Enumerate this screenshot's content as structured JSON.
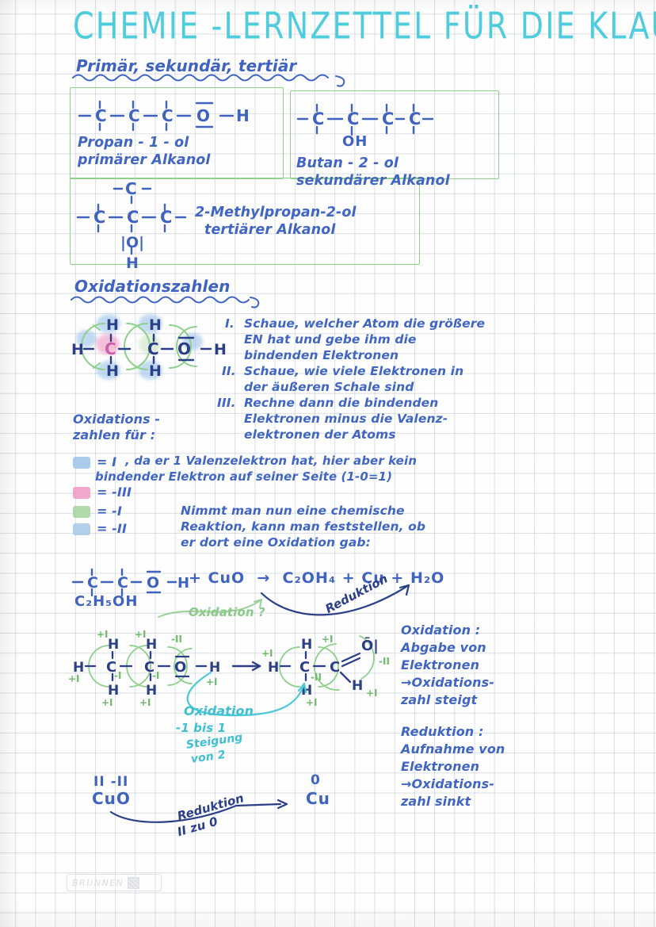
{
  "page": {
    "title": "CHEMIE -LERNZETTEL FÜR DIE KLAUSUR",
    "watermark": "BRUNNEN"
  },
  "colors": {
    "title_cyan": "#46cbdc",
    "ink_blue": "#3f63bf",
    "dark_blue": "#2b3f86",
    "green": "#7cc47f",
    "box_green": "#8ed08c",
    "pink": "#e99ec4",
    "light_blue": "#9cc3ea",
    "paper": "#fefefe"
  },
  "section1": {
    "heading": "Primär, sekundär, tertiär",
    "box1": {
      "formula": "– C – C – C – O – H",
      "name": "Propan - 1 - ol",
      "classification": "primärer Alkanol"
    },
    "box2": {
      "formula": "– C – C – C – C –",
      "substituent": "OH",
      "name": "Butan - 2 - ol",
      "classification": "sekundärer Alkanol"
    },
    "box3": {
      "top_branch": "– C –",
      "formula": "– C – C – C –",
      "oxygen": "O",
      "hydrogen": "H",
      "name": "2-Methylpropan-2-ol",
      "classification": "tertiärer Alkanol"
    }
  },
  "section2": {
    "heading": "Oxidationszahlen",
    "molecule": {
      "label": "ethanol-structure",
      "atoms": [
        "H",
        "C",
        "C",
        "O",
        "H"
      ],
      "top_hydrogens": [
        "H",
        "H"
      ],
      "bottom_hydrogens": [
        "H",
        "H"
      ]
    },
    "rules": [
      {
        "num": "I.",
        "lines": [
          "Schaue, welcher Atom die größere",
          "EN hat und gebe ihm die",
          "bindenden Elektronen"
        ]
      },
      {
        "num": "II.",
        "lines": [
          "Schaue, wie viele Elektronen in",
          "der äußeren Schale sind"
        ]
      },
      {
        "num": "III.",
        "lines": [
          "Rechne dann die bindenden",
          "Elektronen minus die Valenz-",
          "elektronen der Atoms"
        ]
      }
    ],
    "legend_title": [
      "Oxidations -",
      "zahlen für :"
    ],
    "legend": [
      {
        "color": "#9cc3ea",
        "value": "= I",
        "note_lines": [
          ", da er 1 Valenzelektron hat, hier aber kein",
          "bindender Elektron auf seiner Seite (1-0=1)"
        ]
      },
      {
        "color": "#ef9ac4",
        "value": "= -III",
        "note_lines": []
      },
      {
        "color": "#a6d49f",
        "value": "= -I",
        "note_lines": []
      },
      {
        "color": "#a7c8e8",
        "value": "= -II",
        "note_lines": []
      }
    ],
    "side_note": [
      "Nimmt man nun eine chemische",
      "Reaktion, kann man feststellen, ob",
      "er dort eine Oxidation gab:"
    ]
  },
  "section3": {
    "equation": "– C – C – O – H  +  CuO  →  C₂OH₄  +  Cu  +  H₂O",
    "formula_under": "C₂H₅OH",
    "label_oxidation": "Oxidation ?",
    "label_reduktion": "Reduktion",
    "mechanism": {
      "left_molecule": {
        "atoms": [
          "H",
          "C",
          "C",
          "O",
          "H"
        ],
        "top_hydrogens": [
          "H",
          "H"
        ],
        "bottom_hydrogens": [
          "H",
          "H"
        ],
        "oxidation_numbers": [
          "+I",
          "+I",
          "+I",
          "-II",
          "+I",
          "+I",
          "+I",
          "+I",
          "-II"
        ]
      },
      "arrow": "→",
      "right_molecule": {
        "atoms": [
          "H",
          "C",
          "C",
          "O",
          "H"
        ],
        "oxidation_numbers": [
          "+I",
          "+I",
          "-II",
          "+I",
          "-II",
          "+I"
        ]
      },
      "annotation": [
        "Oxidation",
        "-1 bis 1",
        "Steigung",
        "von 2"
      ]
    },
    "definitions": [
      {
        "term": "Oxidation :",
        "lines": [
          "Abgabe von",
          "Elektronen",
          "→Oxidations-",
          "zahl steigt"
        ]
      },
      {
        "term": "Reduktion :",
        "lines": [
          "Aufnahme von",
          "Elektronen",
          "→Oxidations-",
          "zahl sinkt"
        ]
      }
    ],
    "bottom": {
      "left_ox": "II -II",
      "left_formula": "CuO",
      "right_ox": "0",
      "right_formula": "Cu",
      "arrow_label_1": "Reduktion",
      "arrow_label_2": "II zu 0"
    }
  }
}
